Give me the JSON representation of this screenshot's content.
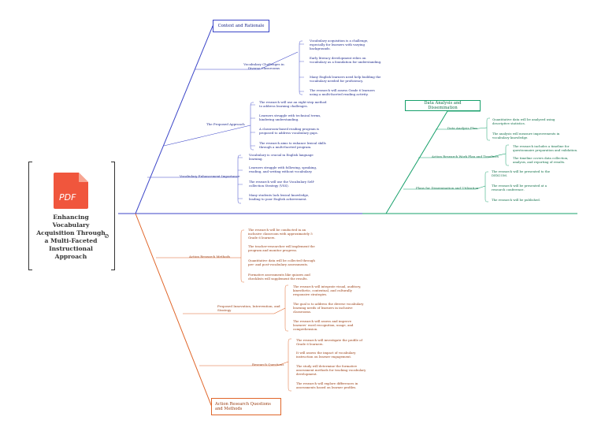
{
  "root": {
    "title": "Enhancing Vocabulary Acquisition Through a Multi-Faceted Instructional Approach",
    "pdf_label": "PDF",
    "link_icon": "paperclip-icon"
  },
  "colors": {
    "blue": "#3c46c8",
    "green": "#17a06b",
    "orange": "#e0662a"
  },
  "branches": {
    "context": {
      "label": "Context and Rationale",
      "subs": [
        {
          "label": "Vocabulary Challenges in Diverse Classrooms",
          "items": [
            "Vocabulary acquisition is a challenge, especially for learners with varying backgrounds.",
            "Early literacy development relies on vocabulary as a foundation for understanding.",
            "Many English learners need help building the vocabulary needed for proficiency.",
            "The research will assess Grade 6 learners using a multi-faceted reading activity."
          ]
        },
        {
          "label": "The Proposed Approach",
          "items": [
            "The research will use an eight-step method to address learning challenges.",
            "Learners struggle with technical terms, hindering understanding.",
            "A classroom-based reading program is proposed to address vocabulary gaps.",
            "The research aims to enhance lexical skills through a multi-faceted program."
          ]
        },
        {
          "label": "Vocabulary Enhancement Importance",
          "items": [
            "Vocabulary is crucial in English language learning.",
            "Learners struggle with following, speaking, reading, and writing without vocabulary.",
            "The research will use the Vocabulary Self-collection Strategy (VSS).",
            "Many students lack lexical knowledge, leading to poor English achievement."
          ]
        }
      ]
    },
    "data": {
      "label": "Data Analysis and Dissemination",
      "subs": [
        {
          "label": "Data Analysis Plan",
          "items": [
            "Quantitative data will be analyzed using descriptive statistics.",
            "The analysis will measure improvements in vocabulary knowledge."
          ]
        },
        {
          "label": "Action Research Work Plan and Timelines",
          "items": [
            "The research includes a timeline for questionnaire preparation and validation.",
            "The timeline covers data collection, analysis, and reporting of results."
          ]
        },
        {
          "label": "Plans for Dissemination and Utilization",
          "items": [
            "The research will be presented to the DEXCOM.",
            "The research will be presented at a research conference.",
            "The research will be published."
          ]
        }
      ]
    },
    "methods": {
      "label": "Action Research Questions and Methods",
      "subs": [
        {
          "label": "Action Research Methods",
          "items": [
            "The research will be conducted in an inclusive classroom with approximately 5 Grade 6 learners.",
            "The teacher-researcher will implement the program and monitor progress.",
            "Quantitative data will be collected through pre- and post-vocabulary assessments.",
            "Formative assessments like quizzes and checklists will supplement the results."
          ]
        },
        {
          "label": "Proposed Innovation, Intervention, and Strategy",
          "items": [
            "The research will integrate visual, auditory, kinesthetic, contextual, and culturally responsive strategies.",
            "The goal is to address the diverse vocabulary learning needs of learners in inclusive classrooms.",
            "The research will assess and improve learners' word recognition, usage, and comprehension."
          ]
        },
        {
          "label": "Research Questions",
          "items": [
            "The research will investigate the profile of Grade 6 learners.",
            "It will assess the impact of vocabulary instruction on learner engagement.",
            "The study will determine the formative assessment methods for tracking vocabulary development.",
            "The research will explore differences in assessments based on learner profiles."
          ]
        }
      ]
    }
  }
}
